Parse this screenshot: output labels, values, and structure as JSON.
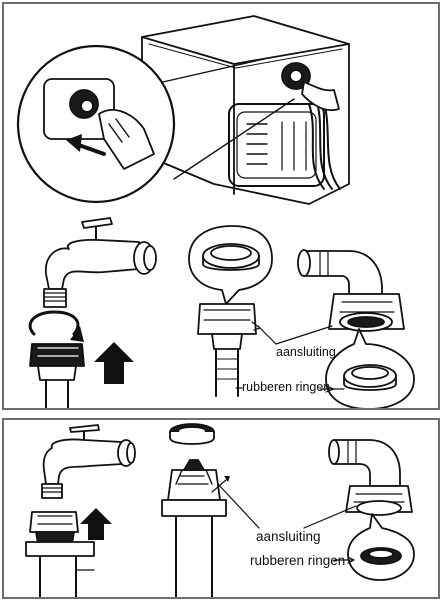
{
  "figure_top": {
    "label_connection": "aansluiting",
    "label_rubber_rings": "rubberen ringen"
  },
  "figure_bottom": {
    "label_connection": "aansluiting",
    "label_rubber_rings": "rubberen ringen"
  },
  "colors": {
    "frame": "#6e6e6e",
    "line": "#111111",
    "fill_dark": "#1a1a1a",
    "fill_light": "#ffffff"
  },
  "icons": [
    "arrow-up-icon",
    "rotate-arrow-icon",
    "curved-arrow-icon",
    "rubber-ring-icon"
  ]
}
